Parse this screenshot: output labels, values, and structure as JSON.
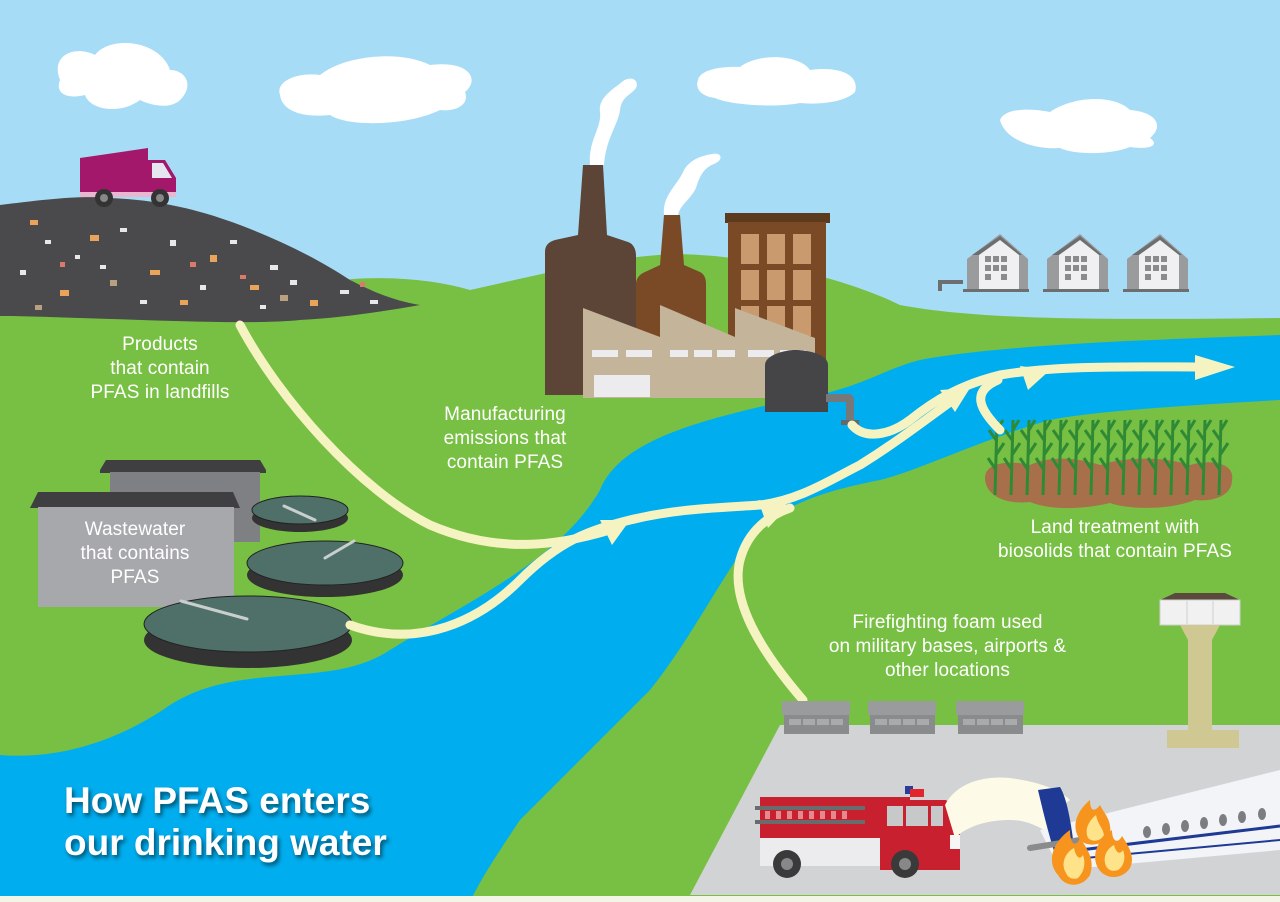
{
  "title": {
    "lines": [
      "How PFAS enters",
      "our drinking water"
    ]
  },
  "sources": {
    "landfill": {
      "lines": [
        "Products",
        "that contain",
        "PFAS in landfills"
      ]
    },
    "manufacturing": {
      "lines": [
        "Manufacturing",
        "emissions that",
        "contain PFAS"
      ]
    },
    "wastewater": {
      "lines": [
        "Wastewater",
        "that contains",
        "PFAS"
      ]
    },
    "biosolids": {
      "lines": [
        "Land treatment with",
        "biosolids that contain PFAS"
      ]
    },
    "firefighting_foam": {
      "lines": [
        "Firefighting foam used",
        "on military bases, airports &",
        "other locations"
      ]
    }
  },
  "icons": {
    "landfill": "landfill-icon",
    "garbage_truck": "garbage-truck-icon",
    "factory": "factory-icon",
    "houses": "houses-icon",
    "treatment_plant": "wastewater-treatment-icon",
    "crops": "crop-field-icon",
    "control_tower": "control-tower-icon",
    "fire_truck": "fire-truck-icon",
    "airplane": "airplane-icon",
    "flames": "fire-icon",
    "river": "river-icon",
    "flow_arrow": "flow-arrow-icon"
  },
  "colors": {
    "sky": "#a7dcf7",
    "grass": "#78c043",
    "river": "#00aeef",
    "arrow": "#f6f3c2",
    "landfill": "#4a4a4c",
    "truck": "#a3186a",
    "fire_truck": "#c8202e",
    "text": "#ffffff"
  }
}
